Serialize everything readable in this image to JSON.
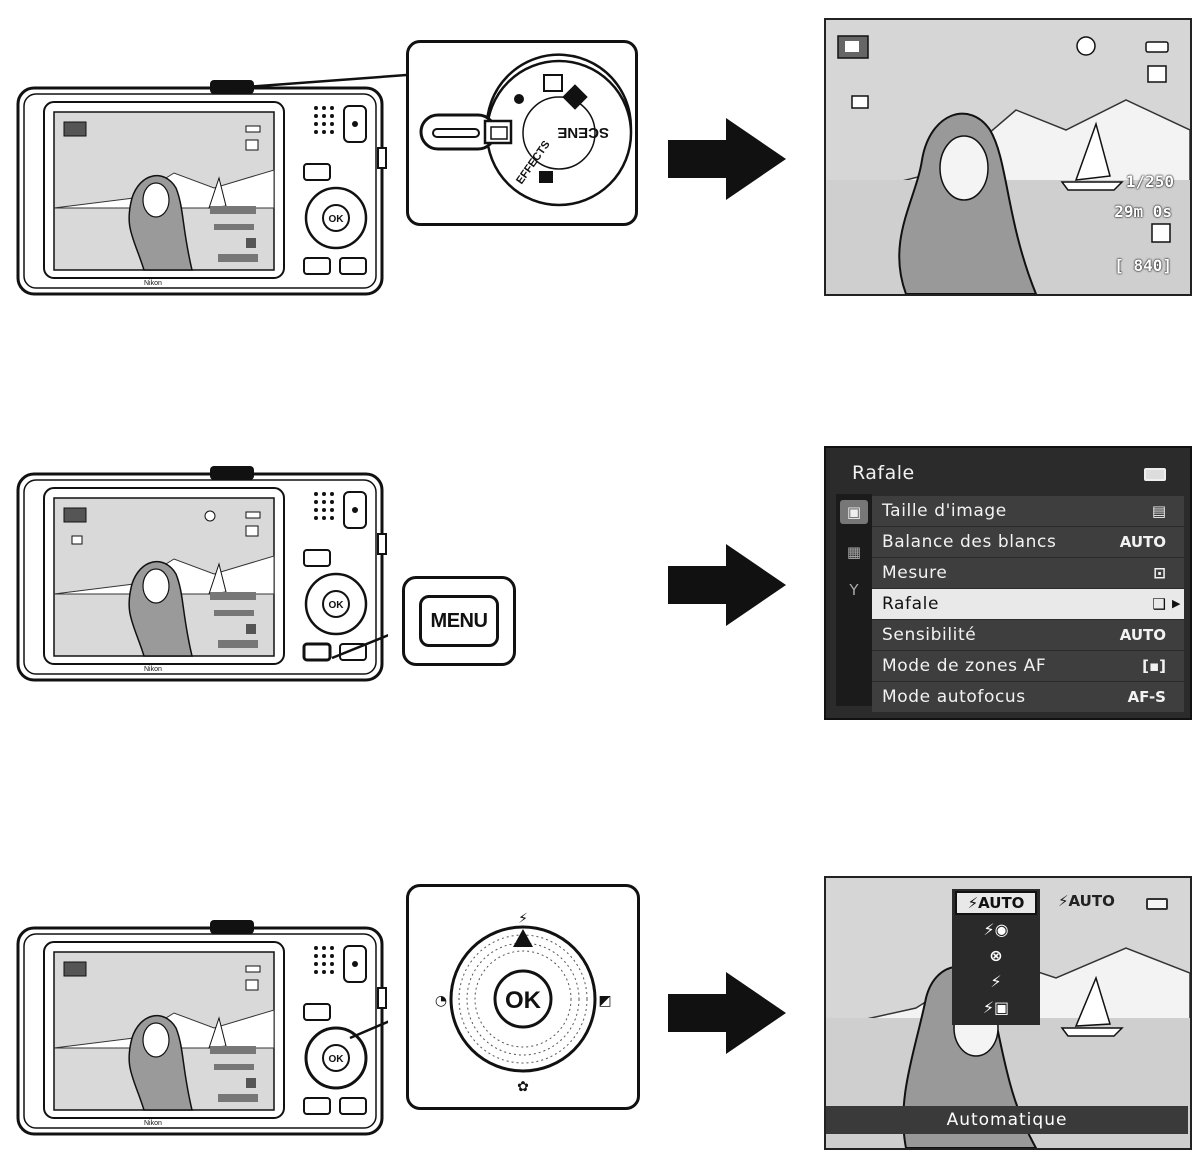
{
  "dial": {
    "labels": {
      "scene": "SCENE",
      "effects": "EFFECTS"
    }
  },
  "live_view": {
    "counter": "1/250",
    "time_left": "29m 0s",
    "shots": "[ 840]"
  },
  "menu_button": {
    "label": "MENU"
  },
  "menu_screen": {
    "title": "Rafale",
    "items": [
      {
        "label": "Taille d'image",
        "value": ""
      },
      {
        "label": "Balance des blancs",
        "value": "AUTO"
      },
      {
        "label": "Mesure",
        "value": ""
      },
      {
        "label": "Rafale",
        "value": "",
        "selected": true
      },
      {
        "label": "Sensibilité",
        "value": "AUTO"
      },
      {
        "label": "Mode de zones AF",
        "value": ""
      },
      {
        "label": "Mode autofocus",
        "value": "AF-S"
      }
    ]
  },
  "multiselector": {
    "center": "OK"
  },
  "flash_screen": {
    "options": [
      "⚡AUTO",
      "⚡◉",
      "⊗",
      "⚡",
      "⚡▣"
    ],
    "current": "⚡AUTO",
    "caption": "Automatique"
  },
  "camera_buttons": {
    "menu": "MENU",
    "ok": "OK"
  }
}
